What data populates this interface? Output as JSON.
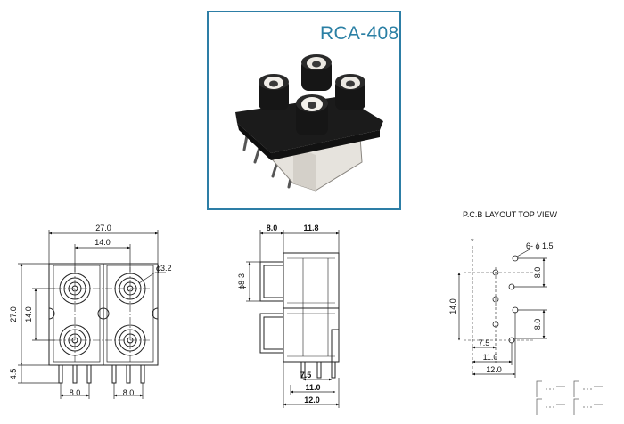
{
  "product": {
    "model": "RCA-408"
  },
  "front_view": {
    "width_overall": "27.0",
    "jack_spacing_h": "14.0",
    "height_overall": "27.0",
    "jack_spacing_v": "14.0",
    "pin_length": "4.5",
    "jack_diameter": "ϕ3.2",
    "pin_pitch_left": "8.0",
    "pin_pitch_right": "8.0"
  },
  "side_view": {
    "top_left": "8.0",
    "top_right": "11.8",
    "jack_dia": "ϕ8-3",
    "bottom_1": "7.5",
    "bottom_2": "11.0",
    "bottom_3": "12.0"
  },
  "pcb_layout": {
    "title": "P.C.B LAYOUT    TOP VIEW",
    "holes": "6- ϕ 1.5",
    "pitch_upper": "8.0",
    "pitch_lower": "8.0",
    "height": "14.0",
    "offset_1": "7.5",
    "offset_2": "11.0",
    "offset_3": "12.0"
  },
  "colors": {
    "frame": "#2d7ea6",
    "title": "#2a7fa4",
    "line": "#222222"
  }
}
